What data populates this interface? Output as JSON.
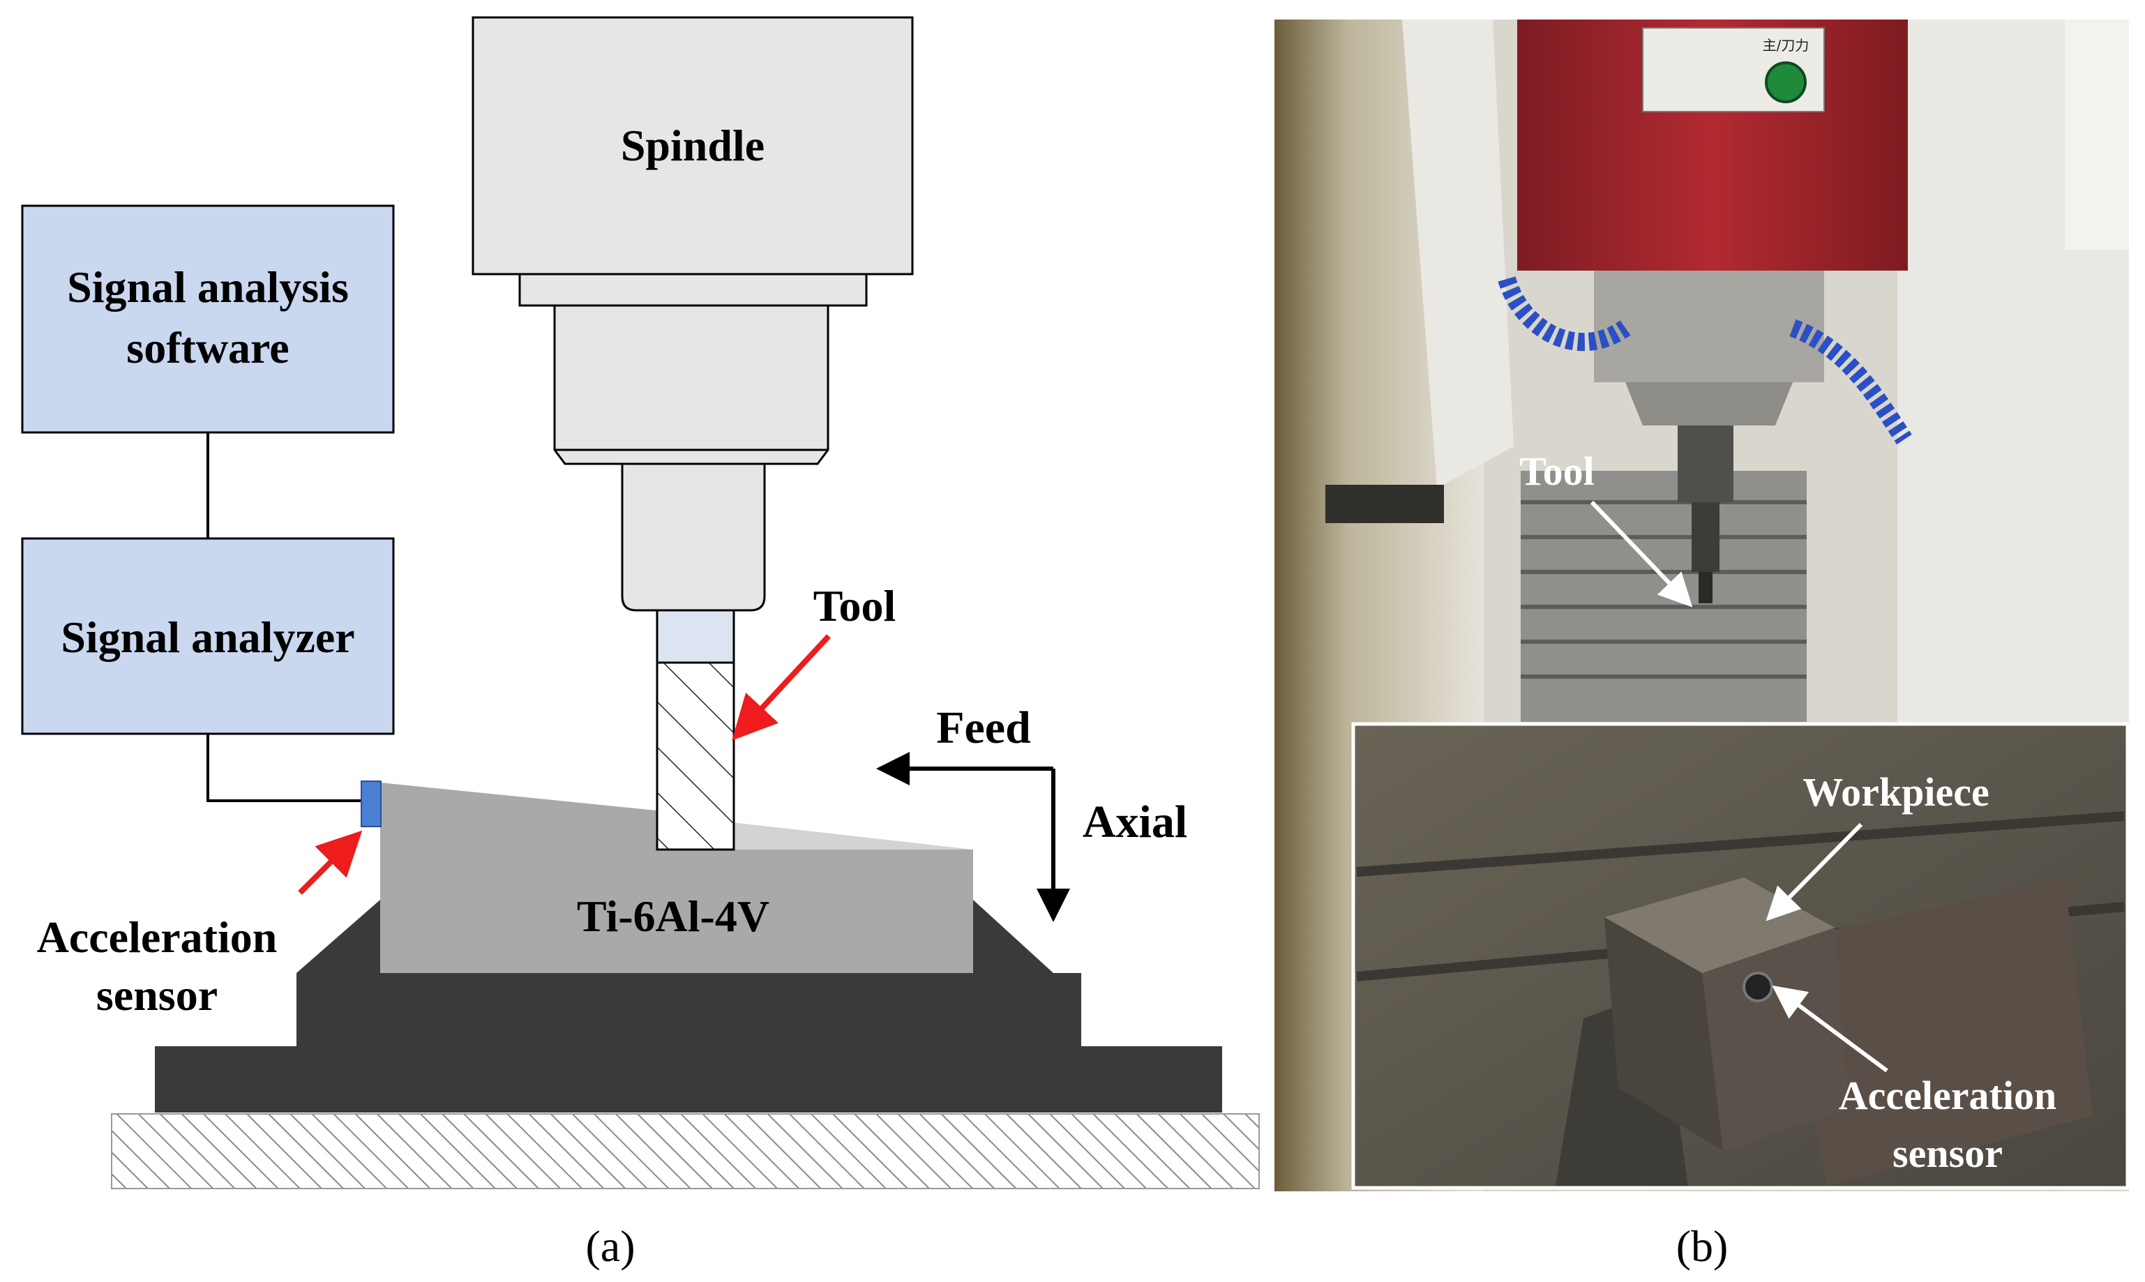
{
  "panel_a": {
    "caption": "(a)",
    "spindle": "Spindle",
    "software_box": [
      "Signal analysis",
      "software"
    ],
    "analyzer_box": "Signal analyzer",
    "tool": "Tool",
    "feed": "Feed",
    "axial": "Axial",
    "workpiece": "Ti-6Al-4V",
    "sensor": [
      "Acceleration",
      "sensor"
    ]
  },
  "panel_b": {
    "caption": "(b)",
    "tool": "Tool",
    "workpiece": "Workpiece",
    "sensor": [
      "Acceleration",
      "sensor"
    ],
    "panel_marking": "主/刀力"
  },
  "colors": {
    "box_fill": "#c9d7ef",
    "arrow_red": "#ee1c1c",
    "sensor_blue": "#4a7fd4",
    "workpiece_gray": "#a9a9a9",
    "fixture_dark": "#3a3a3a",
    "spindle_fill": "#e6e6e6"
  }
}
